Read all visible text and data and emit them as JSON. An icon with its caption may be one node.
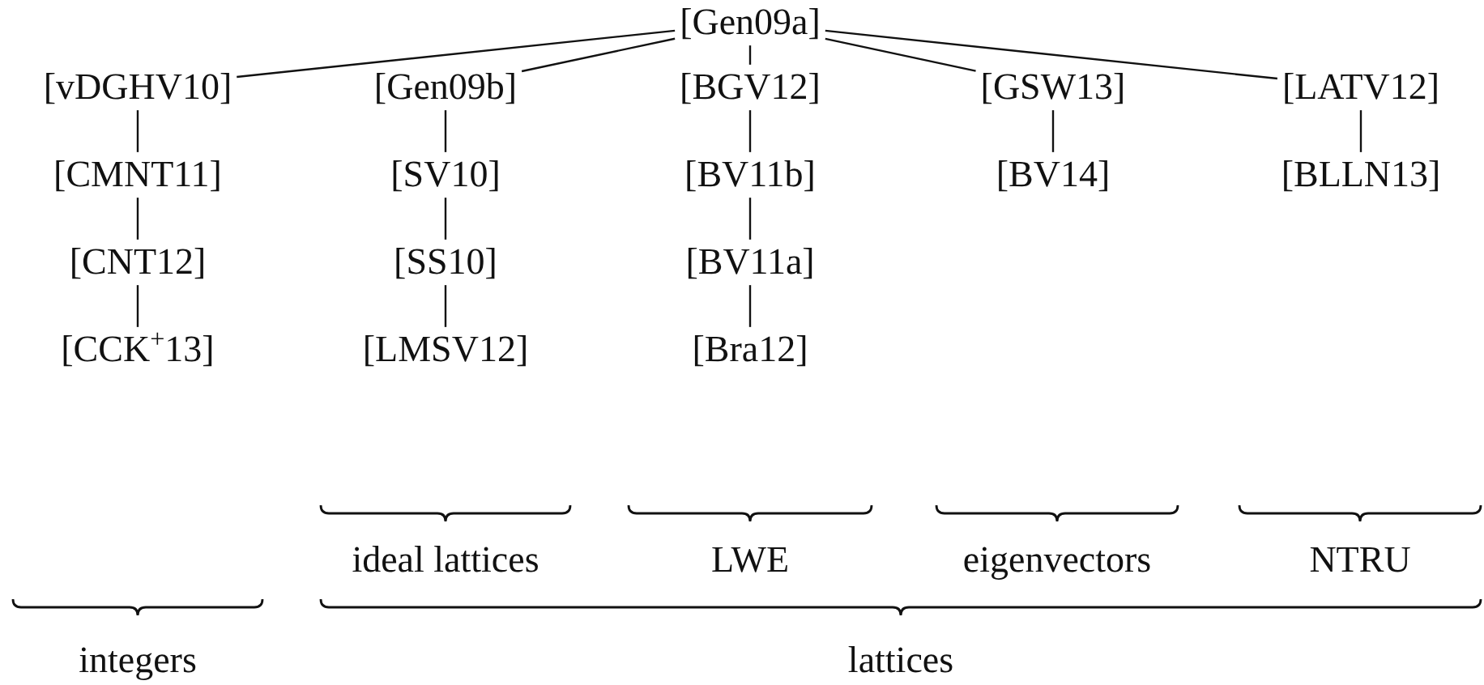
{
  "diagram": {
    "nodes": [
      {
        "text": [
          "[Gen09a]"
        ]
      },
      {
        "text": [
          "[vDGHV10]"
        ]
      },
      {
        "text": [
          "[CMNT11]"
        ]
      },
      {
        "text": [
          "[CNT12]"
        ]
      },
      {
        "text": [
          "[CCK$^{+}$13]"
        ]
      },
      {
        "text": [
          "[Gen09b]"
        ]
      },
      {
        "text": [
          "[SV10]"
        ]
      },
      {
        "text": [
          "[SS10]"
        ]
      },
      {
        "text": [
          "[LMSV12]"
        ]
      },
      {
        "text": [
          "[BGV12]"
        ]
      },
      {
        "text": [
          "[BV11b]"
        ]
      },
      {
        "text": [
          "[BV11a]"
        ]
      },
      {
        "text": [
          "[Bra12]"
        ]
      },
      {
        "text": [
          "[GSW13]"
        ]
      },
      {
        "text": [
          "[BV14]"
        ]
      },
      {
        "text": [
          "[LATV12]"
        ]
      },
      {
        "text": [
          "[BLLN13]"
        ]
      }
    ],
    "edges": [
      {
        "from": 0,
        "to": 1,
        "arrow": "none"
      },
      {
        "from": 0,
        "to": 5,
        "arrow": "none"
      },
      {
        "from": 0,
        "to": 9,
        "arrow": "none"
      },
      {
        "from": 0,
        "to": 13,
        "arrow": "none"
      },
      {
        "from": 0,
        "to": 15,
        "arrow": "none"
      },
      {
        "from": 1,
        "to": 2,
        "arrow": "none"
      },
      {
        "from": 2,
        "to": 3,
        "arrow": "none"
      },
      {
        "from": 3,
        "to": 4,
        "arrow": "none"
      },
      {
        "from": 5,
        "to": 6,
        "arrow": "none"
      },
      {
        "from": 6,
        "to": 7,
        "arrow": "none"
      },
      {
        "from": 7,
        "to": 8,
        "arrow": "none"
      },
      {
        "from": 9,
        "to": 10,
        "arrow": "none"
      },
      {
        "from": 10,
        "to": 11,
        "arrow": "none"
      },
      {
        "from": 11,
        "to": 12,
        "arrow": "none"
      },
      {
        "from": 13,
        "to": 14,
        "arrow": "none"
      },
      {
        "from": 15,
        "to": 16,
        "arrow": "none"
      }
    ],
    "labels": [
      "ideal lattices",
      "LWE",
      "eigenvectors",
      "NTRU",
      "integers",
      "lattices"
    ]
  }
}
